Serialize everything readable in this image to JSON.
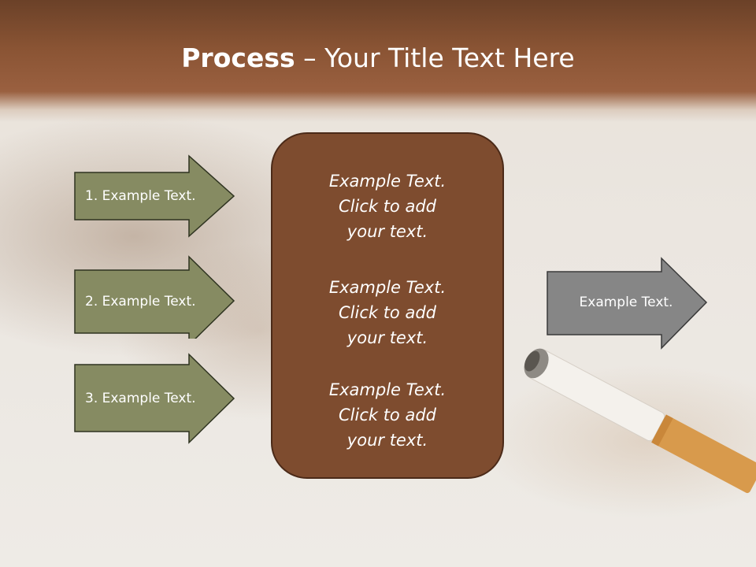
{
  "slide": {
    "title_bold": "Process",
    "title_rest": " – Your Title Text Here"
  },
  "left_arrows": [
    {
      "label": "1. Example Text."
    },
    {
      "label": "2. Example Text."
    },
    {
      "label": "3. Example Text."
    }
  ],
  "center_box": {
    "items": [
      {
        "line1": "Example Text.",
        "line2": "Click  to add",
        "line3": "your text."
      },
      {
        "line1": "Example Text.",
        "line2": "Click  to add",
        "line3": "your text."
      },
      {
        "line1": "Example Text.",
        "line2": "Click  to add",
        "line3": "your text."
      }
    ]
  },
  "right_arrow": {
    "label": "Example Text."
  },
  "colors": {
    "left_arrow_fill": "#868b62",
    "right_arrow_fill": "#868686",
    "center_box_fill": "#7e4c2f",
    "header": "#8a5434"
  }
}
